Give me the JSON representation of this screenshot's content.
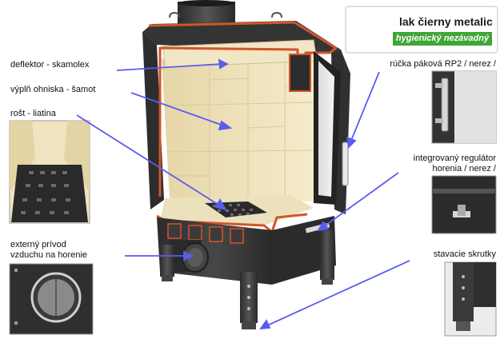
{
  "badge": {
    "title": "lak čierny metalic",
    "subtitle": "hygienický nezávadný",
    "colors": {
      "leaf": "#56c23b",
      "strip": "#3fa535"
    }
  },
  "labels": {
    "deflector": "deflektor  -  skamolex",
    "lining": "výplň ohniska - šamot",
    "grate": "rošt  -  liatina",
    "air_line1": "externý prívod",
    "air_line2": "vzduchu na horenie",
    "handle": "rúčka páková  RP2 / nerez /",
    "regulator_line1": "integrovaný regulátor",
    "regulator_line2": "horenia / nerez /",
    "screws": "stavacie skrutky"
  },
  "colors": {
    "leader": "#5a5cf0",
    "stove_body": "#3a3a3a",
    "stove_dark": "#262626",
    "fireclay": "#efe3bf",
    "section_cut": "#d2542a"
  }
}
